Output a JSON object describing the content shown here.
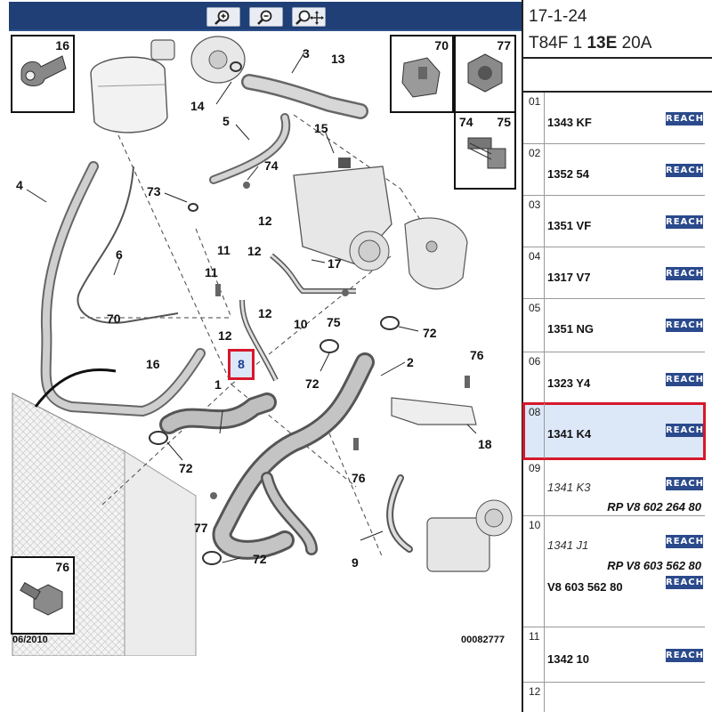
{
  "toolbar": {
    "zoom_in_icon": "zoom-in-icon",
    "zoom_out_icon": "zoom-out-icon",
    "zoom_pan_icon": "zoom-pan-icon"
  },
  "diagram": {
    "date_label": "06/2010",
    "drawing_ref": "00082777",
    "selected_callout": "8",
    "callouts": {
      "c1": "1",
      "c2": "2",
      "c3": "3",
      "c4": "4",
      "c5": "5",
      "c6": "6",
      "c8": "8",
      "c9": "9",
      "c10": "10",
      "c11a": "11",
      "c11b": "11",
      "c12a": "12",
      "c12b": "12",
      "c12c": "12",
      "c12d": "12",
      "c13": "13",
      "c14": "14",
      "c15": "15",
      "c16a": "16",
      "c17": "17",
      "c18": "18",
      "c70a": "70",
      "c72a": "72",
      "c72b": "72",
      "c72c": "72",
      "c72d": "72",
      "c73": "73",
      "c74a": "74",
      "c75a": "75",
      "c76a": "76",
      "c76b": "76",
      "c77a": "77"
    },
    "insets": {
      "i16": "16",
      "i70": "70",
      "i77": "77",
      "i74": "74",
      "i75": "75",
      "i76": "76"
    }
  },
  "panel": {
    "date": "17-1-24",
    "code_prefix": "T84F 1 ",
    "code_bold": "13E",
    "code_suffix": " 20A",
    "reach_label": "REACH",
    "rows": [
      {
        "num": "01",
        "code": "1343 KF"
      },
      {
        "num": "02",
        "code": "1352 54"
      },
      {
        "num": "03",
        "code": "1351 VF"
      },
      {
        "num": "04",
        "code": "1317 V7"
      },
      {
        "num": "05",
        "code": "1351 NG"
      },
      {
        "num": "06",
        "code": "1323 Y4"
      },
      {
        "num": "08",
        "code": "1341 K4"
      },
      {
        "num": "09",
        "code": "1341 K3",
        "ref": "RP V8 602 264 80"
      },
      {
        "num": "10",
        "code": "1341 J1",
        "ref": "RP V8 603 562 80",
        "ref2": "V8 603 562 80"
      },
      {
        "num": "11",
        "code": "1342 10"
      },
      {
        "num": "12",
        "code": ""
      }
    ]
  }
}
